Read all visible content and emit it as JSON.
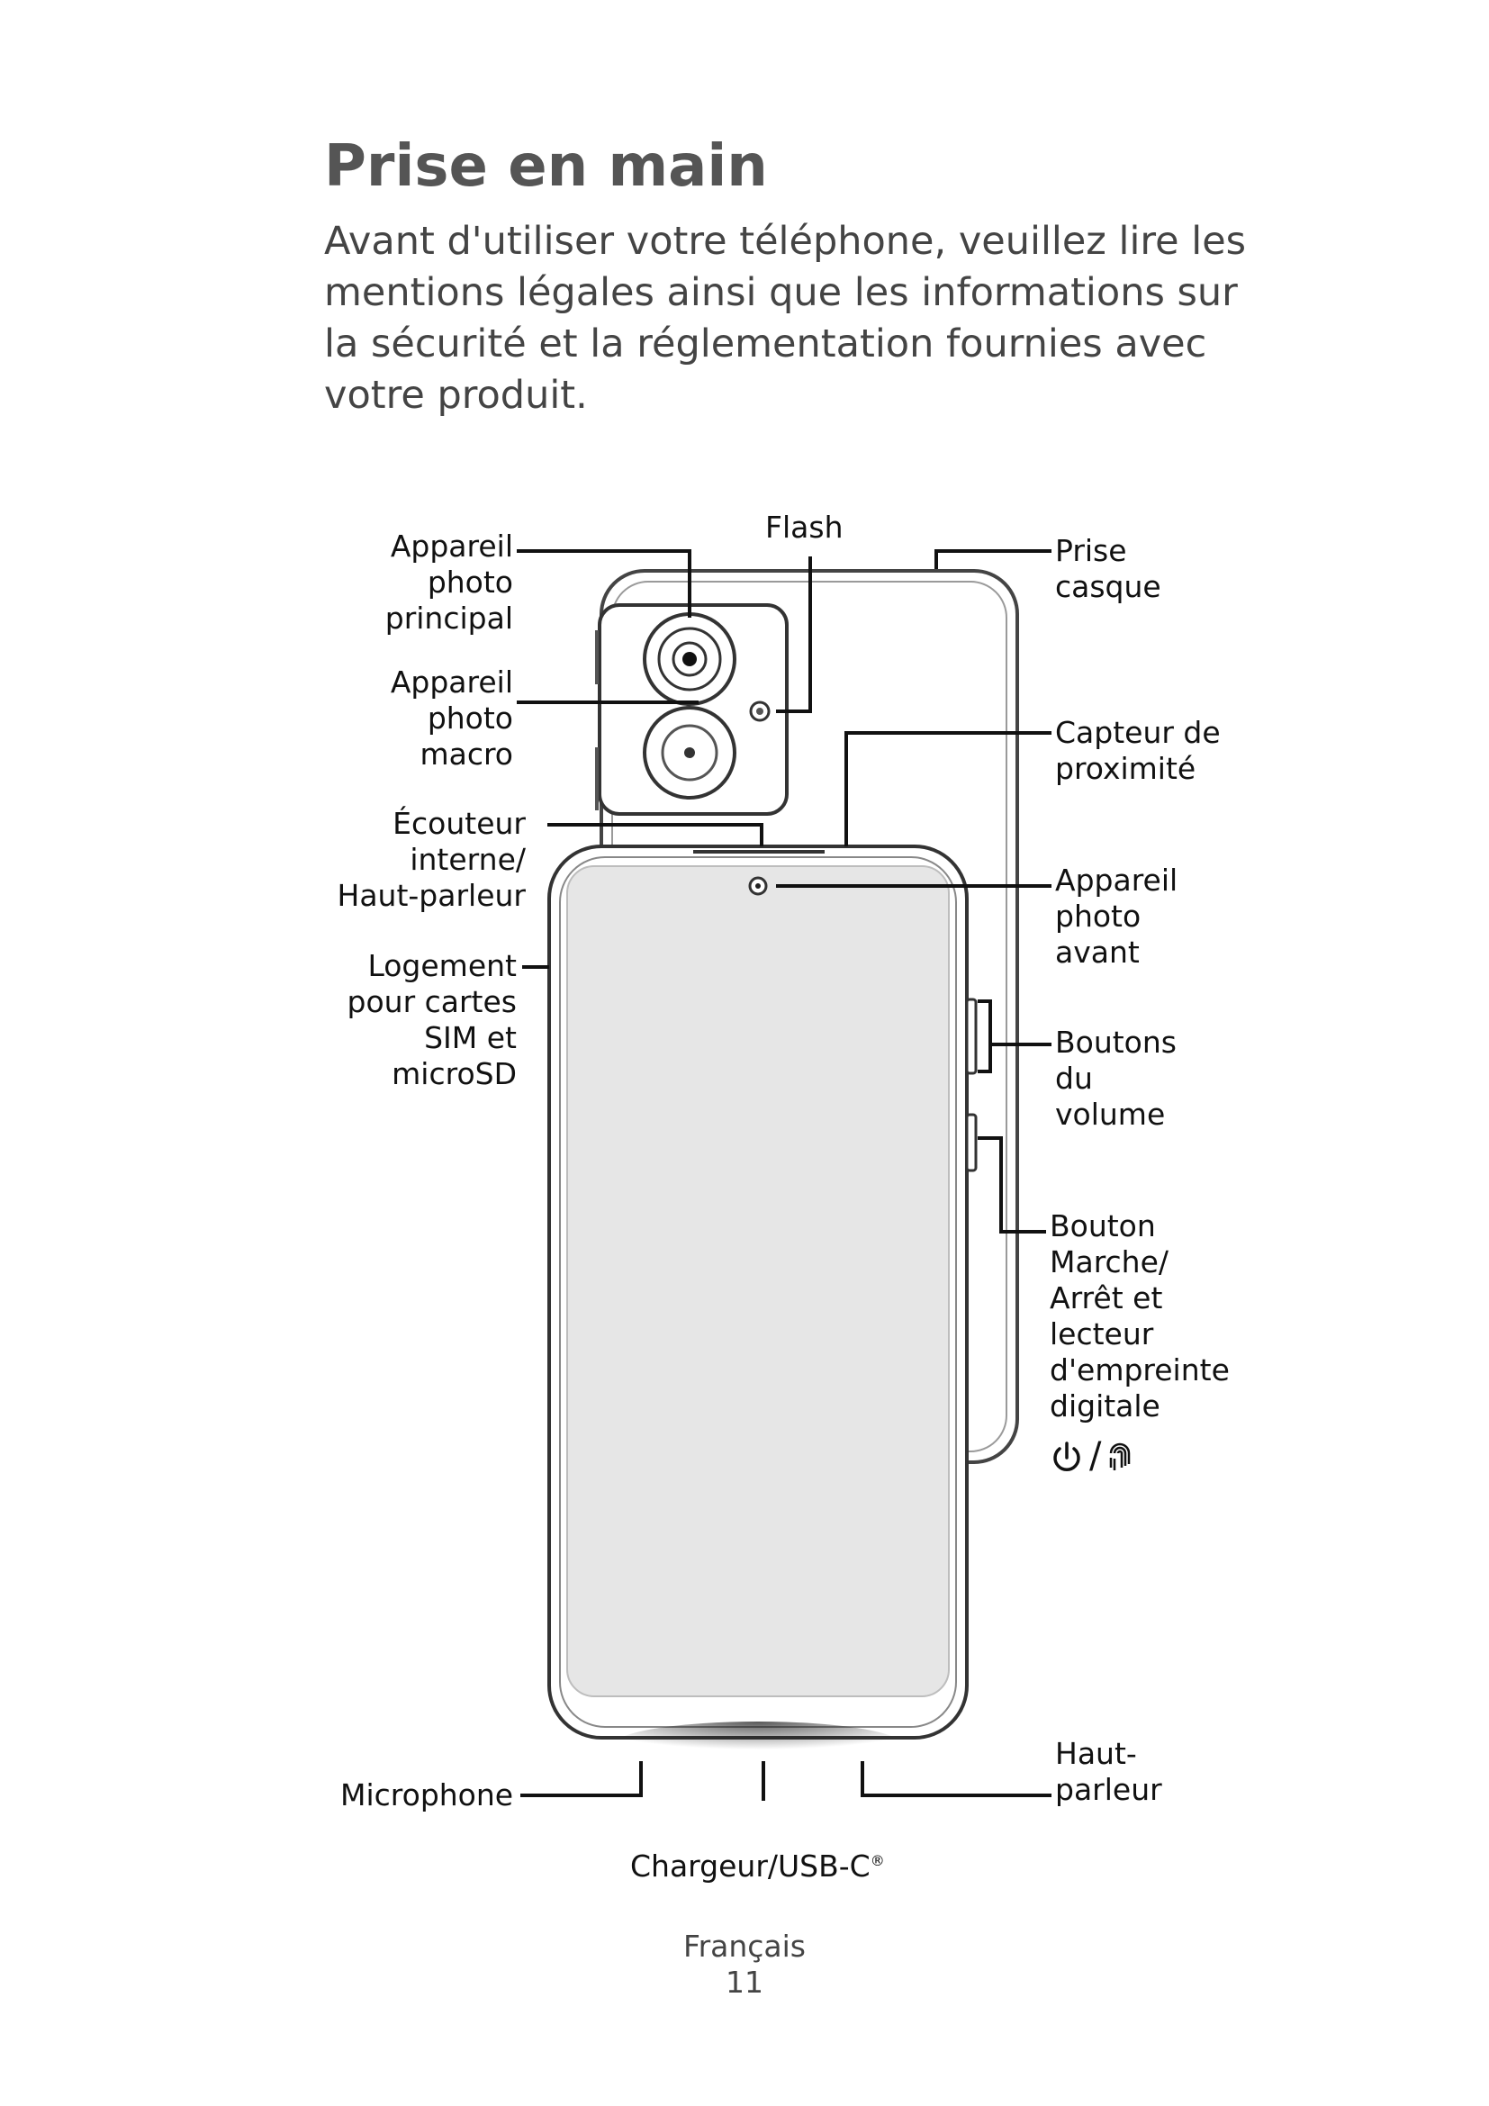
{
  "page": {
    "title": "Prise en main",
    "intro": "Avant d'utiliser votre téléphone, veuillez lire les mentions légales ainsi que les informations sur la sécurité et la réglementation fournies avec votre produit."
  },
  "labels": {
    "main_camera": "Appareil\nphoto\nprincipal",
    "macro_camera": "Appareil\nphoto\nmacro",
    "earpiece": "Écouteur\ninterne/\nHaut-parleur",
    "sim_slot": "Logement\npour cartes\nSIM et\nmicroSD",
    "microphone": "Microphone",
    "flash": "Flash",
    "charger": "Chargeur/USB-C",
    "charger_mark": "®",
    "headset_jack": "Prise\ncasque",
    "proximity_sensor": "Capteur de\nproximité",
    "front_camera": "Appareil\nphoto\navant",
    "volume_buttons": "Boutons\ndu\nvolume",
    "power_button": "Bouton\nMarche/\nArrêt et\nlecteur\nd'empreinte\ndigitale",
    "power_symbol_sep": "/",
    "speaker": "Haut-\nparleur"
  },
  "icons": {
    "power": "power-icon",
    "fingerprint": "fingerprint-icon"
  },
  "footer": {
    "language": "Français",
    "page_number": "11"
  }
}
